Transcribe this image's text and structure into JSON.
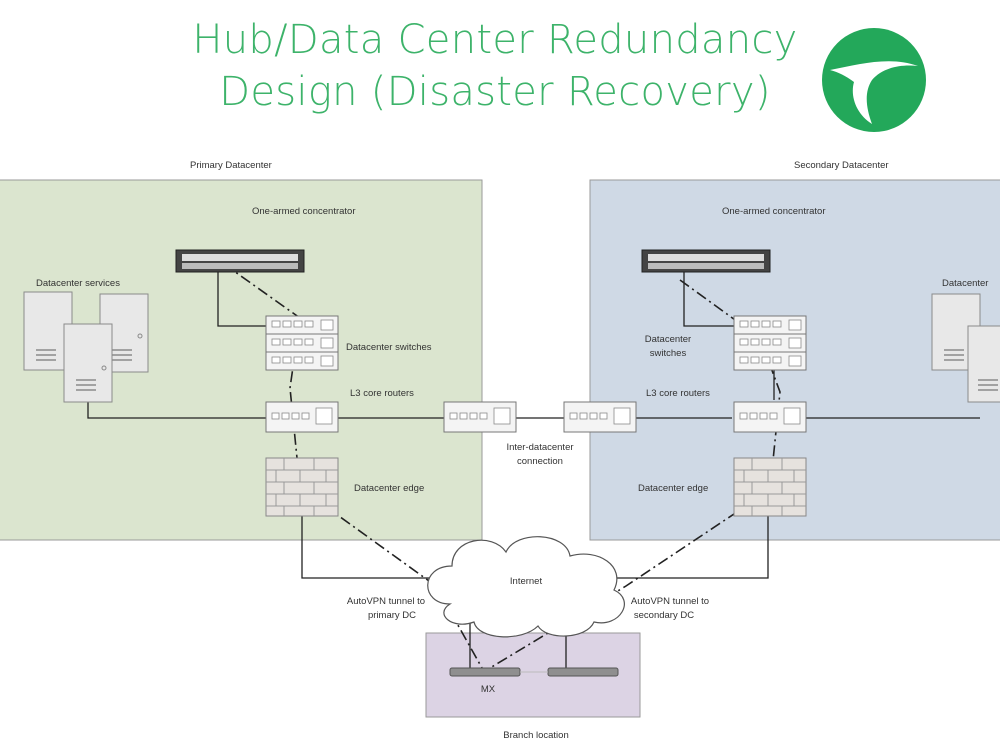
{
  "title": {
    "line1": "Hub/Data Center Redundancy",
    "line2": "Design (Disaster Recovery)"
  },
  "colors": {
    "title": "#3db36a",
    "logo": "#23a85a",
    "primary_zone": "#dbe5cf",
    "secondary_zone": "#cfd9e5",
    "branch_zone": "#dcd3e4"
  },
  "icons": [
    "bird-logo-icon",
    "server-icon",
    "switch-icon",
    "router-icon",
    "firewall-icon",
    "cloud-icon",
    "concentrator-icon"
  ],
  "diagram": {
    "primary": {
      "heading": "Primary Datacenter",
      "concentrator": "One-armed concentrator",
      "services": "Datacenter services",
      "switches": "Datacenter switches",
      "routers": "L3 core routers",
      "edge": "Datacenter edge"
    },
    "secondary": {
      "heading": "Secondary Datacenter",
      "concentrator": "One-armed concentrator",
      "services": "Datacenter",
      "switches_line1": "Datacenter",
      "switches_line2": "switches",
      "routers": "L3 core routers",
      "edge": "Datacenter edge"
    },
    "inter_dc": {
      "line1": "Inter-datacenter",
      "line2": "connection"
    },
    "internet": "Internet",
    "tunnel_primary": {
      "line1": "AutoVPN tunnel to",
      "line2": "primary DC"
    },
    "tunnel_secondary": {
      "line1": "AutoVPN tunnel to",
      "line2": "secondary DC"
    },
    "branch": {
      "device": "MX",
      "label": "Branch location"
    }
  }
}
